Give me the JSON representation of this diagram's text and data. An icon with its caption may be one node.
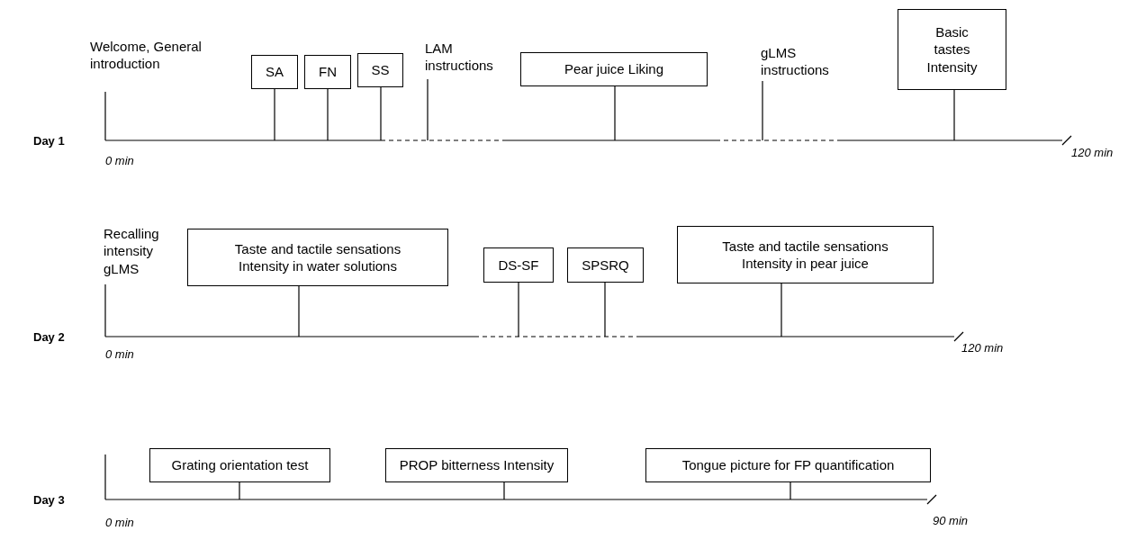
{
  "diagram": {
    "nodes": [
      {
        "text": [
          "Welcome, General introduction"
        ]
      },
      {
        "text": [
          "SA"
        ]
      },
      {
        "text": [
          "FN"
        ]
      },
      {
        "text": [
          "SS"
        ]
      },
      {
        "text": [
          "LAM instructions"
        ]
      },
      {
        "text": [
          "Pear juice Liking"
        ]
      },
      {
        "text": [
          "gLMS instructions"
        ]
      },
      {
        "text": [
          "Basic tastes Intensity"
        ]
      },
      {
        "text": [
          "Recalling intensity gLMS"
        ]
      },
      {
        "text": [
          "Taste and tactile sensations Intensity in water solutions"
        ]
      },
      {
        "text": [
          "DS-SF"
        ]
      },
      {
        "text": [
          "SPSRQ"
        ]
      },
      {
        "text": [
          "Taste and tactile sensations Intensity in pear juice"
        ]
      },
      {
        "text": [
          "Grating orientation test"
        ]
      },
      {
        "text": [
          "PROP bitterness Intensity"
        ]
      },
      {
        "text": [
          "Tongue picture for FP quantification"
        ]
      }
    ],
    "edges": [
      {
        "from": 0,
        "to": null,
        "arrow": "none"
      },
      {
        "from": 1,
        "to": null,
        "arrow": "none"
      },
      {
        "from": 2,
        "to": null,
        "arrow": "none"
      },
      {
        "from": 3,
        "to": null,
        "arrow": "none"
      },
      {
        "from": 4,
        "to": null,
        "arrow": "none"
      },
      {
        "from": 5,
        "to": null,
        "arrow": "none"
      },
      {
        "from": 6,
        "to": null,
        "arrow": "none"
      },
      {
        "from": 7,
        "to": null,
        "arrow": "none"
      },
      {
        "from": 8,
        "to": null,
        "arrow": "none"
      },
      {
        "from": 9,
        "to": null,
        "arrow": "none"
      },
      {
        "from": 10,
        "to": null,
        "arrow": "none"
      },
      {
        "from": 11,
        "to": null,
        "arrow": "none"
      },
      {
        "from": 12,
        "to": null,
        "arrow": "none"
      },
      {
        "from": 13,
        "to": null,
        "arrow": "none"
      },
      {
        "from": 14,
        "to": null,
        "arrow": "none"
      },
      {
        "from": 15,
        "to": null,
        "arrow": "none"
      }
    ],
    "labels": [
      "Day 1",
      "0 min",
      "120 min",
      "Day 2",
      "0 min",
      "120 min",
      "Day 3",
      "0 min",
      "90 min"
    ]
  }
}
